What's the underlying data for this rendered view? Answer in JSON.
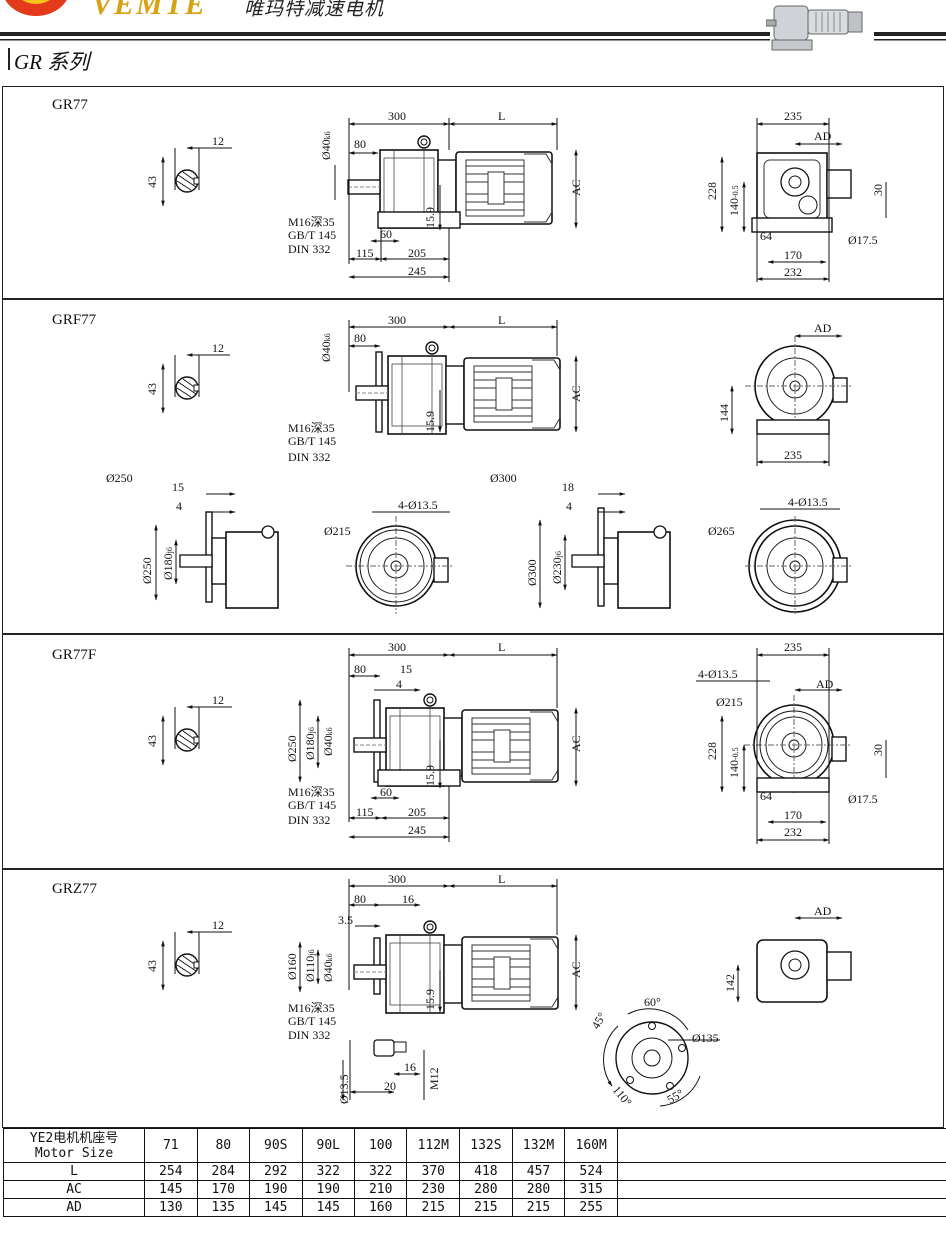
{
  "header": {
    "brand_name": "VEMTE",
    "brand_cn": "唯玛特减速电机",
    "series_title": "GR 系列"
  },
  "sections": {
    "gr77": {
      "label": "GR77",
      "dims": {
        "a300": "300",
        "aL": "L",
        "a80": "80",
        "a12": "12",
        "a43": "43",
        "shaft": "Ø40",
        "shaft_tol": "k6",
        "m16": "M16",
        "m16b": "深35",
        "gbt": "GB/T 145",
        "din": "DIN 332",
        "d15_9": "15.9",
        "d60": "60",
        "d115": "115",
        "d205": "205",
        "d245": "245",
        "ac": "AC",
        "s235": "235",
        "sad": "AD",
        "s228": "228",
        "s140": "140",
        "s140tol": "-0.5",
        "s30": "30",
        "s64": "64",
        "s17_5": "Ø17.5",
        "s170": "170",
        "s232": "232"
      }
    },
    "grf77": {
      "label": "GRF77",
      "dims": {
        "a300": "300",
        "aL": "L",
        "a80": "80",
        "a12": "12",
        "a43": "43",
        "shaft": "Ø40",
        "shaft_tol": "k6",
        "m16": "M16",
        "m16b": "深35",
        "gbt": "GB/T 145",
        "din": "DIN 332",
        "d15_9": "15.9",
        "ac": "AC",
        "sad": "AD",
        "s144": "144",
        "s235": "235"
      },
      "flange250": {
        "title": "Ø250",
        "d15": "15",
        "d4": "4",
        "d250": "Ø250",
        "d180": "Ø180",
        "d180tol": "j6",
        "d215": "Ø215",
        "holes": "4-Ø13.5"
      },
      "flange300": {
        "title": "Ø300",
        "d18": "18",
        "d4": "4",
        "d300": "Ø300",
        "d230": "Ø230",
        "d230tol": "j6",
        "d265": "Ø265",
        "holes": "4-Ø13.5"
      }
    },
    "gr77f": {
      "label": "GR77F",
      "dims": {
        "a300": "300",
        "aL": "L",
        "a80": "80",
        "a15": "15",
        "a4": "4",
        "a12": "12",
        "a43": "43",
        "d250": "Ø250",
        "d180": "Ø180",
        "d180tol": "j6",
        "shaft": "Ø40",
        "shaft_tol": "k6",
        "m16": "M16",
        "m16b": "深35",
        "gbt": "GB/T 145",
        "din": "DIN 332",
        "d15_9": "15.9",
        "d60": "60",
        "d115": "115",
        "d205": "205",
        "d245": "245",
        "ac": "AC",
        "s235": "235",
        "holes": "4-Ø13.5",
        "sad": "AD",
        "s215": "Ø215",
        "s228": "228",
        "s140": "140",
        "s140tol": "-0.5",
        "s30": "30",
        "s64": "64",
        "s17_5": "Ø17.5",
        "s170": "170",
        "s232": "232"
      }
    },
    "grz77": {
      "label": "GRZ77",
      "dims": {
        "a300": "300",
        "aL": "L",
        "a80": "80",
        "a16": "16",
        "a3_5": "3.5",
        "a12": "12",
        "a43": "43",
        "d160": "Ø160",
        "d110": "Ø110",
        "d110tol": "j6",
        "shaft": "Ø40",
        "shaft_tol": "k6",
        "m16": "M16",
        "m16b": "深35",
        "gbt": "GB/T 145",
        "din": "DIN 332",
        "d15_9": "15.9",
        "ac": "AC",
        "sad": "AD",
        "s142": "142",
        "t13_5": "Ø13.5",
        "t16": "16",
        "t20": "20",
        "tm12": "M12",
        "c60": "60°",
        "c45": "45°",
        "c135": "Ø135",
        "c110": "110°",
        "c55": "55°"
      }
    }
  },
  "table": {
    "header_line1": "YE2电机机座号",
    "header_line2": "Motor Size",
    "sizes": [
      "71",
      "80",
      "90S",
      "90L",
      "100",
      "112M",
      "132S",
      "132M",
      "160M"
    ],
    "rows": [
      {
        "label": "L",
        "values": [
          "254",
          "284",
          "292",
          "322",
          "322",
          "370",
          "418",
          "457",
          "524"
        ]
      },
      {
        "label": "AC",
        "values": [
          "145",
          "170",
          "190",
          "190",
          "210",
          "230",
          "280",
          "280",
          "315"
        ]
      },
      {
        "label": "AD",
        "values": [
          "130",
          "135",
          "145",
          "145",
          "160",
          "215",
          "215",
          "215",
          "255"
        ]
      }
    ]
  }
}
